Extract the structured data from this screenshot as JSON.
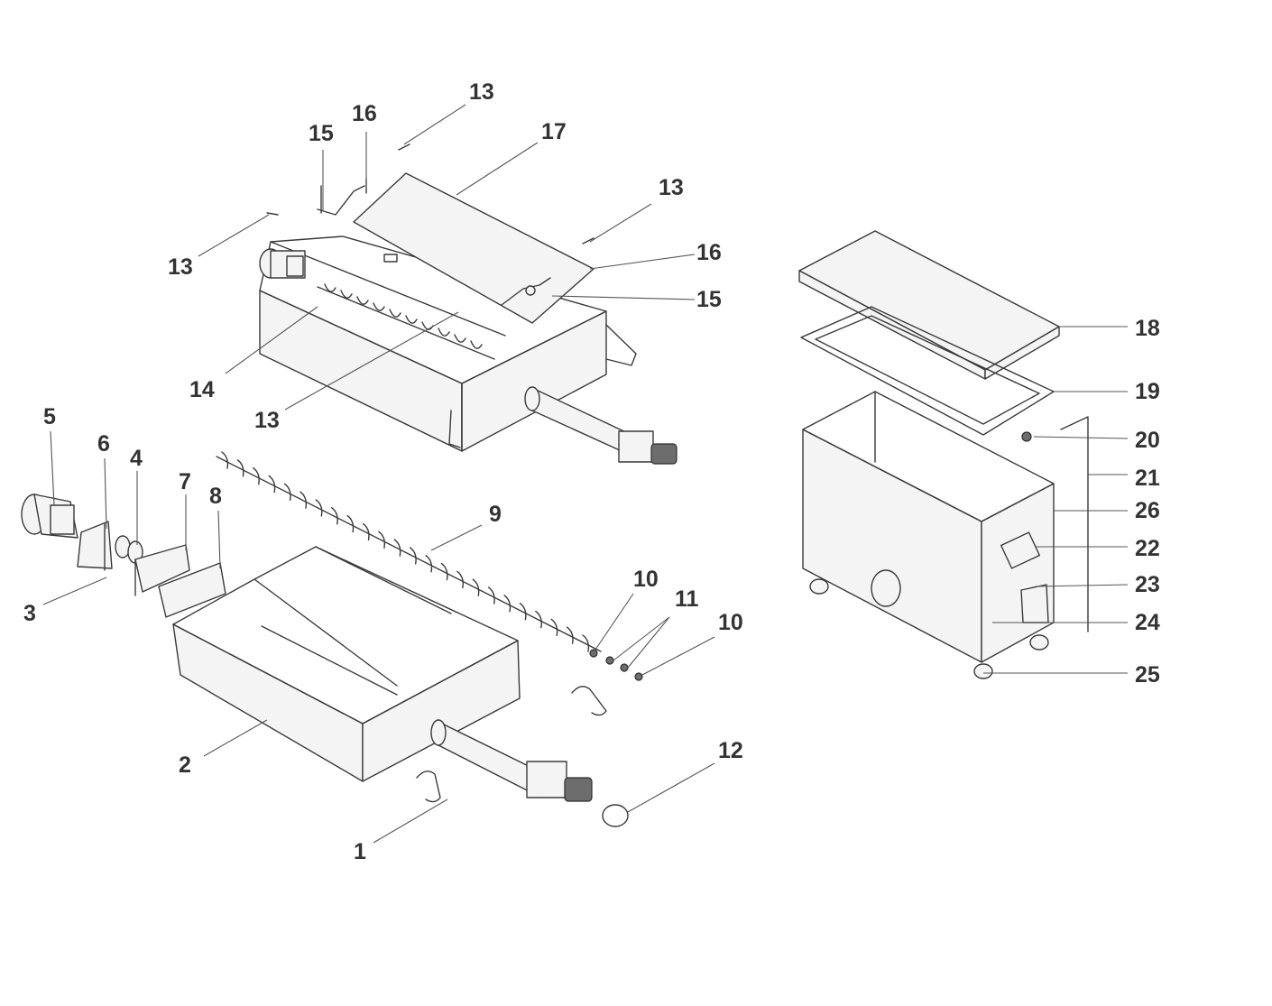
{
  "callouts": [
    {
      "id": "c1",
      "text": "1"
    },
    {
      "id": "c2",
      "text": "2"
    },
    {
      "id": "c3",
      "text": "3"
    },
    {
      "id": "c4",
      "text": "4"
    },
    {
      "id": "c5",
      "text": "5"
    },
    {
      "id": "c6",
      "text": "6"
    },
    {
      "id": "c7",
      "text": "7"
    },
    {
      "id": "c8",
      "text": "8"
    },
    {
      "id": "c9",
      "text": "9"
    },
    {
      "id": "c10a",
      "text": "10"
    },
    {
      "id": "c10b",
      "text": "10"
    },
    {
      "id": "c11",
      "text": "11"
    },
    {
      "id": "c12",
      "text": "12"
    },
    {
      "id": "c13a",
      "text": "13"
    },
    {
      "id": "c13b",
      "text": "13"
    },
    {
      "id": "c13c",
      "text": "13"
    },
    {
      "id": "c13d",
      "text": "13"
    },
    {
      "id": "c14",
      "text": "14"
    },
    {
      "id": "c15a",
      "text": "15"
    },
    {
      "id": "c15b",
      "text": "15"
    },
    {
      "id": "c16a",
      "text": "16"
    },
    {
      "id": "c16b",
      "text": "16"
    },
    {
      "id": "c17",
      "text": "17"
    },
    {
      "id": "c18",
      "text": "18"
    },
    {
      "id": "c19",
      "text": "19"
    },
    {
      "id": "c20",
      "text": "20"
    },
    {
      "id": "c21",
      "text": "21"
    },
    {
      "id": "c22",
      "text": "22"
    },
    {
      "id": "c23",
      "text": "23"
    },
    {
      "id": "c24",
      "text": "24"
    },
    {
      "id": "c25",
      "text": "25"
    },
    {
      "id": "c26",
      "text": "26"
    }
  ]
}
